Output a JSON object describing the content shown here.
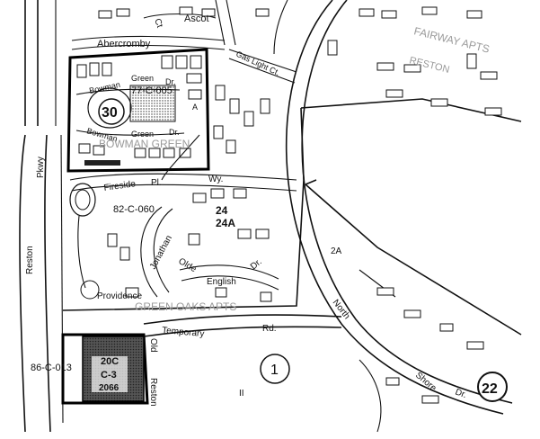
{
  "labels": {
    "ascot": "Ascot",
    "abercromby": "Abercromby",
    "ct_top": "Ct",
    "gas_light_ct": "Gas Light Ct.",
    "bowman_green_dr_top_a": "Bowman",
    "bowman_green_dr_top_b": "Green",
    "bowman_green_dr_top_c": "Dr.",
    "bowman_green_dr_bot_a": "Bowman",
    "bowman_green_dr_bot_b": "Green",
    "bowman_green_dr_bot_c": "Dr.",
    "parcel_a": "A",
    "case_77c005": "77-C-005",
    "bowman_green_ghost": "BOWMAN GREEN",
    "fireside": "Fireside",
    "pl": "Pl.",
    "wy": "Wy.",
    "case_82c060": "82-C-060",
    "parcel_24": "24",
    "parcel_24a": "24A",
    "jonathan": "Jonathan",
    "olde": "Olde",
    "english": "English",
    "dr_english": "Dr.",
    "providence": "Providence",
    "green_oaks_ghost": "GREEN OAKS APTS",
    "temporary": "Temporary",
    "rd": "Rd.",
    "north": "North",
    "shore": "Shore",
    "dr_shore": "Dr.",
    "parcel_2a": "2A",
    "reston_pkwy_a": "Reston",
    "reston_pkwy_b": "Pkwy",
    "reston_right": "Reston",
    "old": "Old",
    "case_86c013": "86-C-013",
    "parcel_20c": "20C",
    "parcel_c3": "C-3",
    "parcel_2066": "2066",
    "circle_30": "30",
    "circle_1": "1",
    "circle_22": "22",
    "map_numeral_ii": "II",
    "fairway_ghost": "FAIRWAY APTS",
    "reston_ghost": "RESTON"
  },
  "colors": {
    "ink": "#111111",
    "paper": "#ffffff",
    "stipple": "#9a9a9a"
  }
}
